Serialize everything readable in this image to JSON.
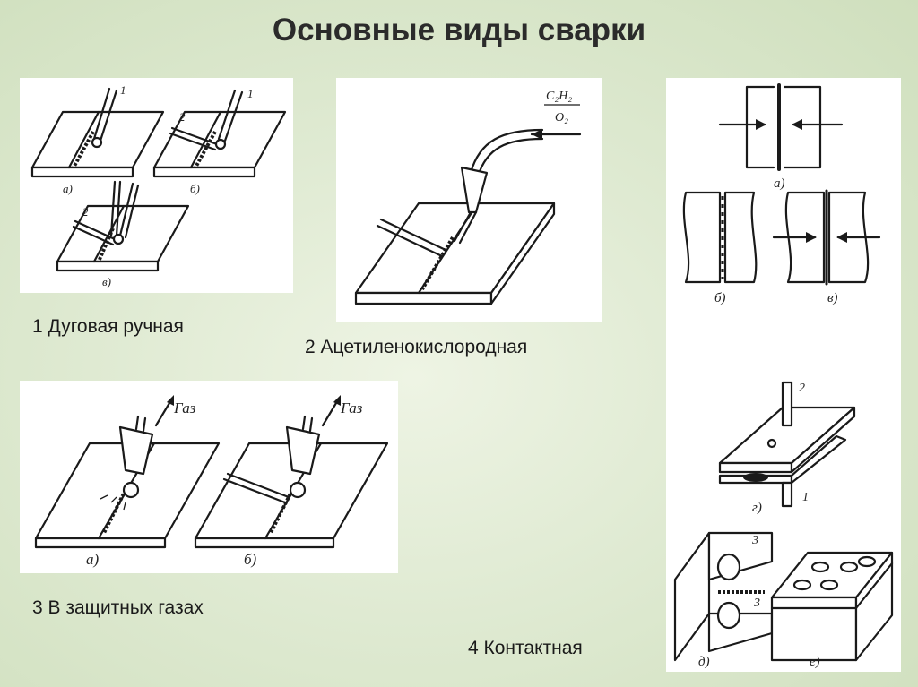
{
  "title": "Основные виды сварки",
  "captions": {
    "manual_arc": "1 Дуговая ручная",
    "oxyacetylene": "2 Ацетиленокислородная",
    "shielding_gas": "3 В защитных газах",
    "contact": "4 Контактная"
  },
  "panel1_labels": {
    "a": "а)",
    "b": "б)",
    "v": "в)",
    "n1a": "1",
    "n1b": "1",
    "n2b": "2",
    "n2v": "2"
  },
  "panel2_labels": {
    "gas_c2h2": "C₂H₂",
    "gas_o2": "O₂"
  },
  "panel3_labels": {
    "gas1": "Газ",
    "gas2": "Газ",
    "a": "а)",
    "b": "б)"
  },
  "panel4_labels": {
    "a": "а)",
    "b": "б)",
    "v": "в)",
    "g": "г)",
    "d": "д)",
    "e": "е)",
    "n1": "1",
    "n2": "2",
    "n3a": "3",
    "n3b": "3"
  }
}
